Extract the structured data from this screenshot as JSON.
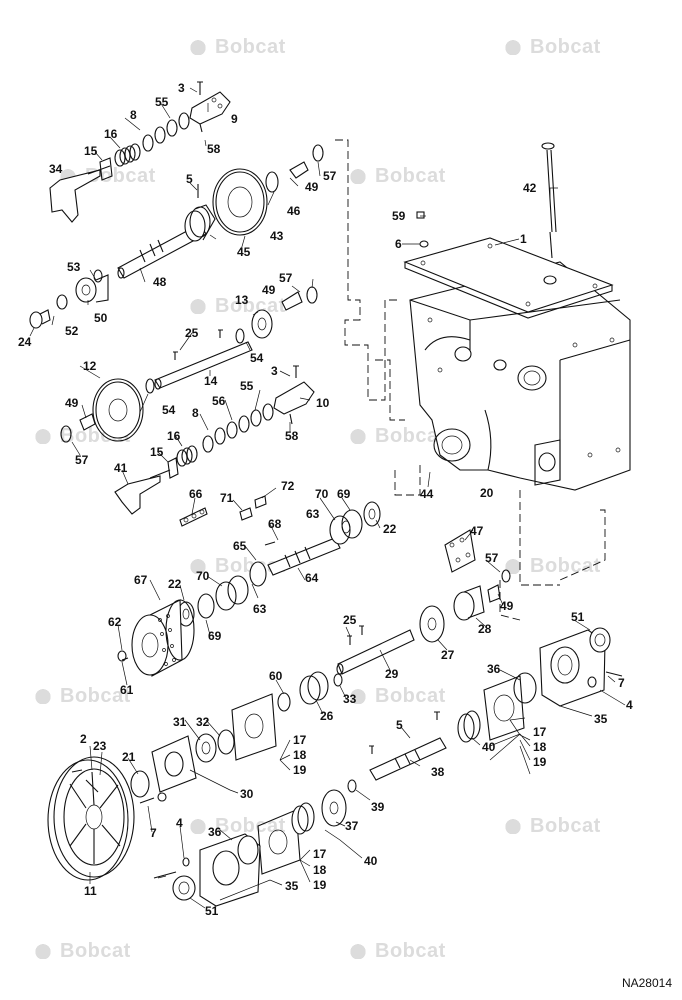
{
  "watermark": {
    "brand": "Bobcat"
  },
  "drawing_id": "NA28014",
  "callouts": {
    "c1": "1",
    "c2": "2",
    "c3a": "3",
    "c3b": "3",
    "c4a": "4",
    "c4b": "4",
    "c5a": "5",
    "c5b": "5",
    "c6": "6",
    "c7a": "7",
    "c7b": "7",
    "c8a": "8",
    "c8b": "8",
    "c9": "9",
    "c10": "10",
    "c11": "11",
    "c12": "12",
    "c13": "13",
    "c14": "14",
    "c15a": "15",
    "c15b": "15",
    "c16a": "16",
    "c16b": "16",
    "c17a": "17",
    "c17b": "17",
    "c17c": "17",
    "c18a": "18",
    "c18b": "18",
    "c18c": "18",
    "c19a": "19",
    "c19b": "19",
    "c19c": "19",
    "c20": "20",
    "c21": "21",
    "c22a": "22",
    "c22b": "22",
    "c23": "23",
    "c24": "24",
    "c25a": "25",
    "c25b": "25",
    "c26": "26",
    "c27": "27",
    "c28": "28",
    "c29": "29",
    "c30": "30",
    "c31": "31",
    "c32": "32",
    "c33": "33",
    "c34": "34",
    "c35a": "35",
    "c35b": "35",
    "c36a": "36",
    "c36b": "36",
    "c37": "37",
    "c38": "38",
    "c39": "39",
    "c40a": "40",
    "c40b": "40",
    "c41": "41",
    "c42": "42",
    "c43": "43",
    "c44": "44",
    "c45": "45",
    "c46": "46",
    "c47": "47",
    "c48": "48",
    "c49a": "49",
    "c49b": "49",
    "c49c": "49",
    "c49d": "49",
    "c50": "50",
    "c51a": "51",
    "c51b": "51",
    "c52": "52",
    "c53": "53",
    "c54a": "54",
    "c54b": "54",
    "c55a": "55",
    "c55b": "55",
    "c56": "56",
    "c57a": "57",
    "c57b": "57",
    "c57c": "57",
    "c57d": "57",
    "c58a": "58",
    "c58b": "58",
    "c59": "59",
    "c60": "60",
    "c61": "61",
    "c62": "62",
    "c63a": "63",
    "c63b": "63",
    "c64": "64",
    "c65": "65",
    "c66": "66",
    "c67": "67",
    "c68": "68",
    "c69a": "69",
    "c69b": "69",
    "c70a": "70",
    "c70b": "70",
    "c71": "71",
    "c72": "72"
  }
}
